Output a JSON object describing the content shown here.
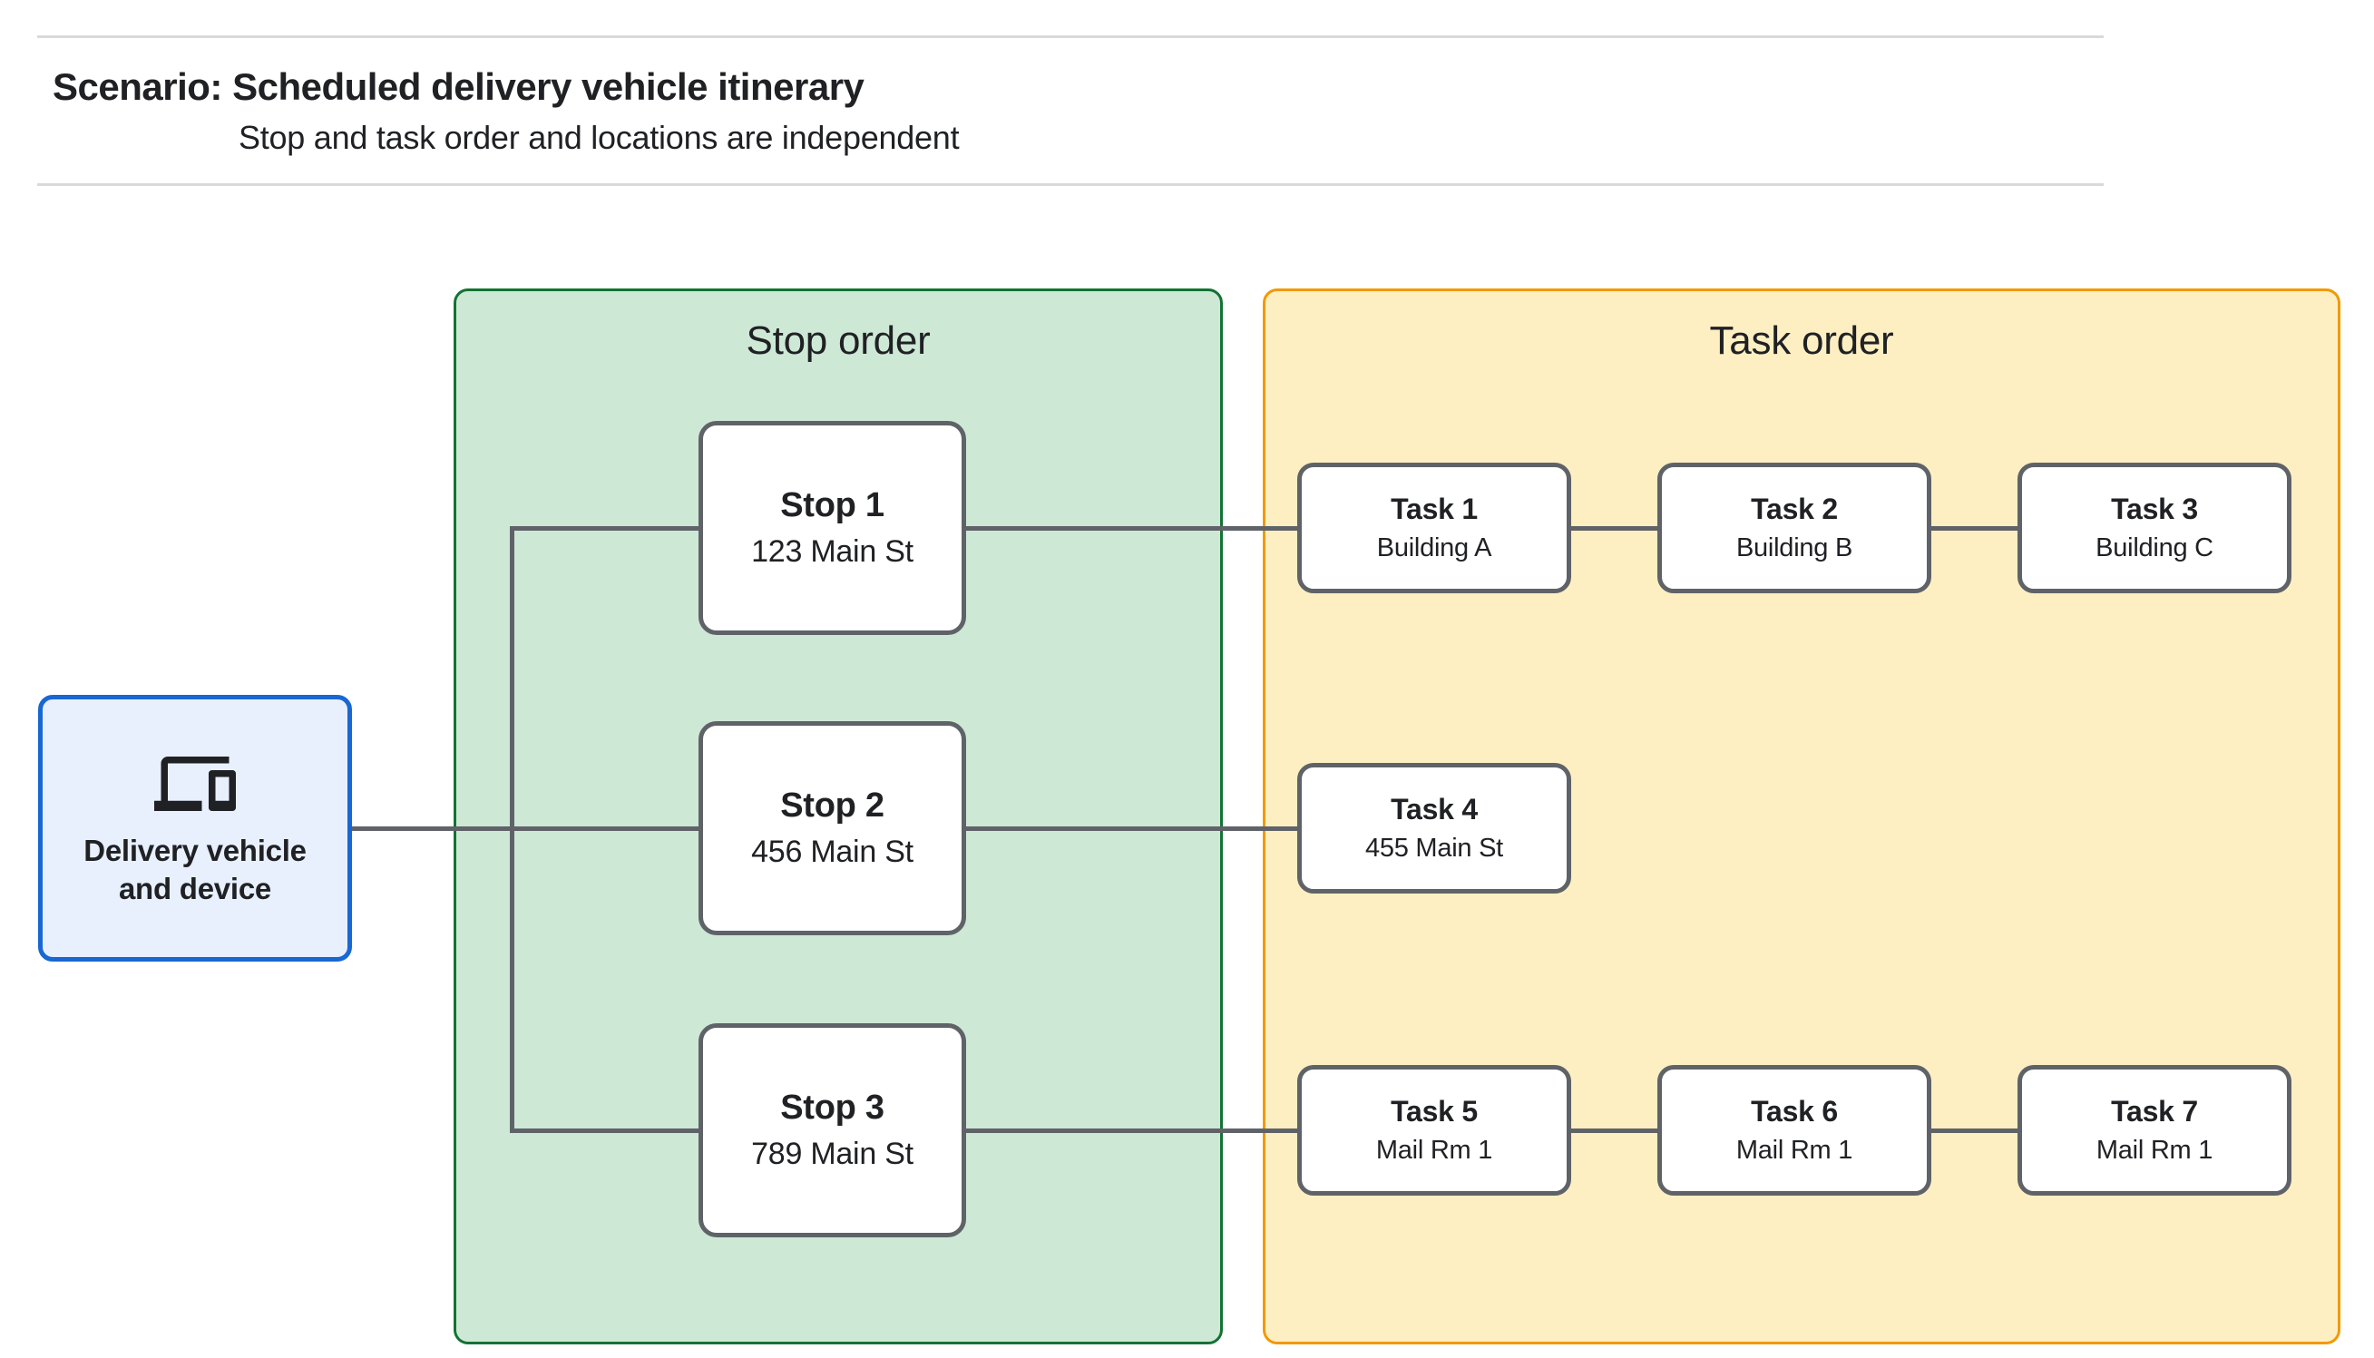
{
  "header": {
    "title": "Scenario: Scheduled delivery vehicle itinerary",
    "subtitle": "Stop and task order and locations are independent"
  },
  "vehicle": {
    "label": "Delivery vehicle and device",
    "icon": "devices-icon"
  },
  "panels": {
    "stop_order": {
      "title": "Stop order"
    },
    "task_order": {
      "title": "Task order"
    }
  },
  "stops": [
    {
      "name": "Stop 1",
      "location": "123 Main St"
    },
    {
      "name": "Stop 2",
      "location": "456 Main St"
    },
    {
      "name": "Stop 3",
      "location": "789 Main St"
    }
  ],
  "tasks": [
    {
      "name": "Task 1",
      "location": "Building A"
    },
    {
      "name": "Task 2",
      "location": "Building B"
    },
    {
      "name": "Task 3",
      "location": "Building C"
    },
    {
      "name": "Task 4",
      "location": "455 Main St"
    },
    {
      "name": "Task 5",
      "location": "Mail Rm 1"
    },
    {
      "name": "Task 6",
      "location": "Mail Rm 1"
    },
    {
      "name": "Task 7",
      "location": "Mail Rm 1"
    }
  ],
  "colors": {
    "accent_blue": "#1967D2",
    "blue_fill": "#E8F0FE",
    "green_border": "#137333",
    "green_fill": "#CEE8D6",
    "orange_border": "#F29900",
    "orange_fill": "#FEEFC3",
    "connector_gray": "#5F6368",
    "divider_gray": "#D9D9D9",
    "text": "#202124"
  }
}
